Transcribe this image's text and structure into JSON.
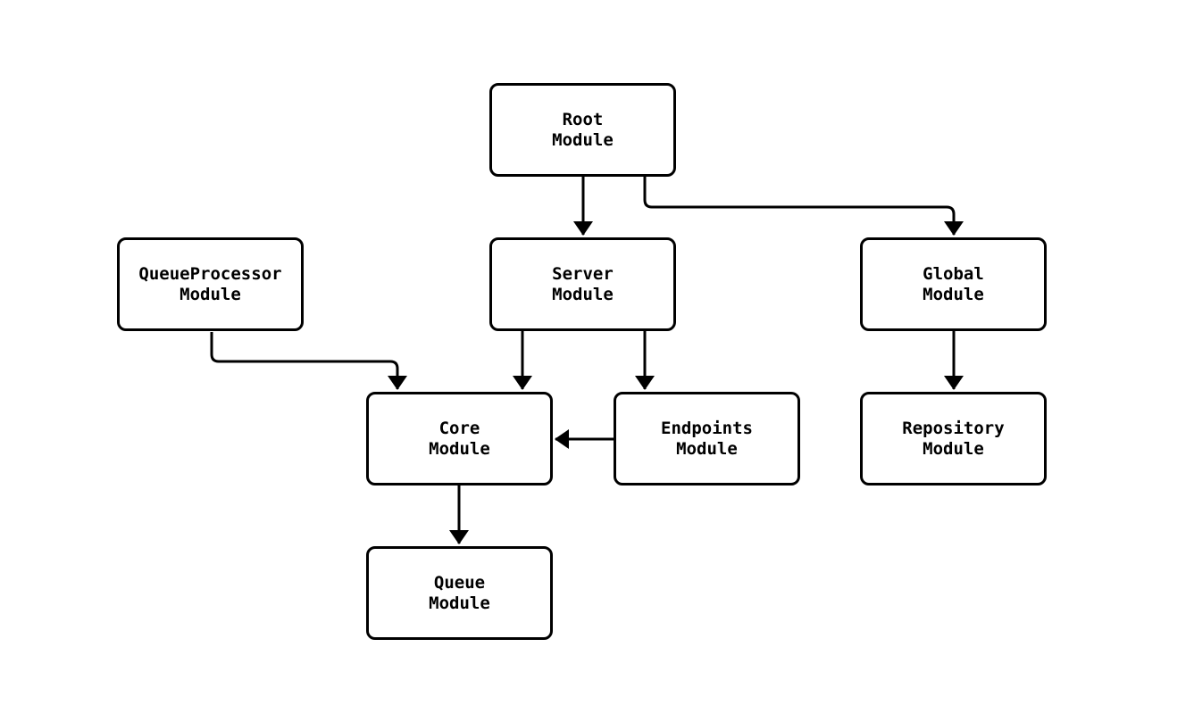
{
  "diagram": {
    "type": "module-dependency-flowchart",
    "colors": {
      "background": "#ffffff",
      "node_fill": "#ffffff",
      "node_border": "#000000",
      "edge_stroke": "#000000",
      "text": "#000000"
    },
    "nodes": {
      "root": {
        "label": "Root\nModule"
      },
      "queueprocessor": {
        "label": "QueueProcessor\nModule"
      },
      "server": {
        "label": "Server\nModule"
      },
      "global": {
        "label": "Global\nModule"
      },
      "core": {
        "label": "Core\nModule"
      },
      "endpoints": {
        "label": "Endpoints\nModule"
      },
      "repository": {
        "label": "Repository\nModule"
      },
      "queue": {
        "label": "Queue\nModule"
      }
    },
    "edges": [
      {
        "from": "Root Module",
        "to": "Server Module"
      },
      {
        "from": "Root Module",
        "to": "Global Module"
      },
      {
        "from": "QueueProcessor Module",
        "to": "Core Module"
      },
      {
        "from": "Server Module",
        "to": "Core Module"
      },
      {
        "from": "Server Module",
        "to": "Endpoints Module"
      },
      {
        "from": "Endpoints Module",
        "to": "Core Module"
      },
      {
        "from": "Core Module",
        "to": "Queue Module"
      },
      {
        "from": "Global Module",
        "to": "Repository Module"
      }
    ]
  }
}
